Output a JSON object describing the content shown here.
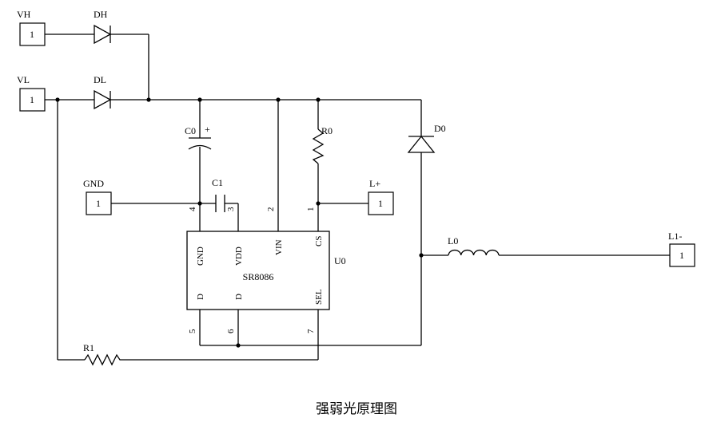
{
  "caption": "强弱光原理图",
  "ports": {
    "vh": {
      "name": "VH",
      "pin": "1"
    },
    "vl": {
      "name": "VL",
      "pin": "1"
    },
    "gnd": {
      "name": "GND",
      "pin": "1"
    },
    "lplus": {
      "name": "L+",
      "pin": "1"
    },
    "l1minus": {
      "name": "L1-",
      "pin": "1"
    }
  },
  "components": {
    "dh": "DH",
    "dl": "DL",
    "c0": "C0",
    "c0_polarity": "+",
    "c1": "C1",
    "r0": "R0",
    "d0": "D0",
    "l0": "L0",
    "r1": "R1"
  },
  "ic": {
    "refdes": "U0",
    "part": "SR8086",
    "top_pins": [
      {
        "label": "GND",
        "number": "4"
      },
      {
        "label": "VDD",
        "number": "3"
      },
      {
        "label": "VIN",
        "number": "2"
      },
      {
        "label": "CS",
        "number": "1"
      }
    ],
    "bottom_pins": [
      {
        "label": "D",
        "number": "5"
      },
      {
        "label": "D",
        "number": "6"
      },
      {
        "label": "SEL",
        "number": "7"
      }
    ]
  }
}
